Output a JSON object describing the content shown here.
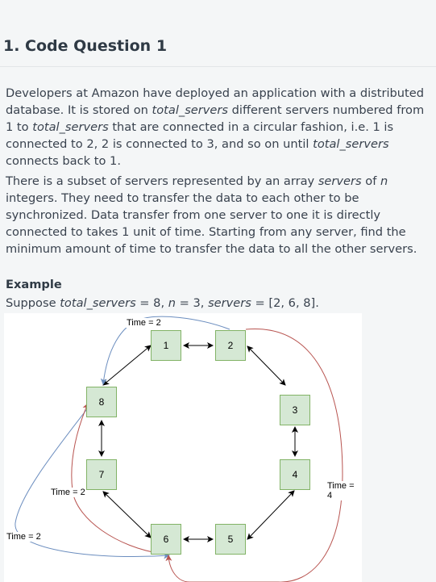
{
  "question": {
    "title": "1. Code Question 1"
  },
  "paragraph1": {
    "s1": "Developers at Amazon have deployed an application with a distributed database. It is stored on ",
    "i1": "total_servers",
    "s2": " different servers numbered from 1 to ",
    "i2": "total_servers",
    "s3": " that are connected in a circular fashion, i.e. 1 is connected to 2, 2 is connected to 3, and so on until ",
    "i3": "total_servers",
    "s4": " connects back to 1."
  },
  "paragraph2": {
    "s1": "There is a subset of servers represented by an array ",
    "i1": "servers",
    "s2": " of ",
    "i2": "n",
    "s3": " integers. They need to transfer the data to each other to be synchronized. Data transfer from one server to one it is directly connected to takes 1 unit of time. Starting from any server, find the minimum amount of time to transfer the data to all the other servers."
  },
  "example": {
    "heading": "Example",
    "prefix": "Suppose ",
    "v1": "total_servers",
    "t1": " = 8, ",
    "v2": "n",
    "t2": " = 3, ",
    "v3": "servers",
    "t3": " = [2, 6, 8]."
  },
  "diagram": {
    "nodes": {
      "n1": "1",
      "n2": "2",
      "n3": "3",
      "n4": "4",
      "n5": "5",
      "n6": "6",
      "n7": "7",
      "n8": "8"
    },
    "labels": {
      "top": "Time = 2",
      "left_inner": "Time = 2",
      "left_outer": "Time = 2",
      "right": "Time = 4"
    },
    "colors": {
      "node_fill": "#d5e8d4",
      "node_border": "#82b366",
      "blue_curve": "#6c8ebf",
      "red_curve": "#b85450"
    }
  }
}
